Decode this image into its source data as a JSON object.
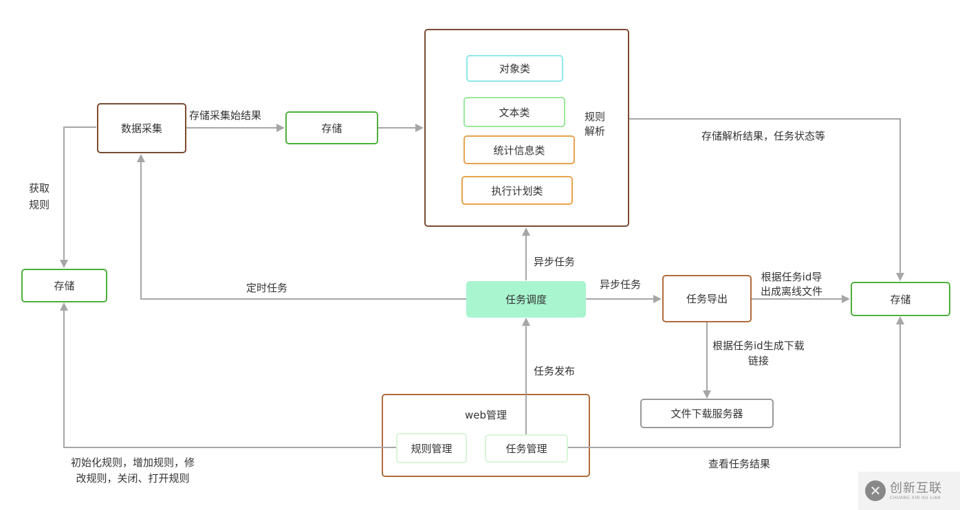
{
  "nodes": {
    "data_collect": "数据采集",
    "storage_top": "存储",
    "rule_parse_group": "规则\n解析",
    "object_class": "对象类",
    "text_class": "文本类",
    "stats_class": "统计信息类",
    "exec_plan_class": "执行计划类",
    "storage_left": "存储",
    "task_schedule": "任务调度",
    "task_export": "任务导出",
    "storage_right": "存储",
    "file_download_server": "文件下载服务器",
    "web_manage": "web管理",
    "rule_manage": "规则管理",
    "task_manage": "任务管理"
  },
  "edges": {
    "store_raw_result": "存储采集始结果",
    "get_rules": "获取\n规则",
    "store_parse_result": "存储解析结果，任务状态等",
    "scheduled_task": "定时任务",
    "async_task_up": "异步任务",
    "async_task_right": "异步任务",
    "export_offline_file": "根据任务id导\n出成离线文件",
    "generate_download_link": "根据任务id生成下载\n链接",
    "task_publish": "任务发布",
    "rule_ops": "初始化规则，增加规则，修\n改规则，关闭、打开规则",
    "view_task_result": "查看任务结果"
  },
  "watermark": {
    "cn": "创新互联",
    "en": "CHUANG XIN HU LIAN"
  },
  "colors": {
    "wire": "#a6a6a6",
    "brown_border": "#7a4a32",
    "green_border": "#4caf3a",
    "schedule_fill": "#a8f5cf"
  }
}
